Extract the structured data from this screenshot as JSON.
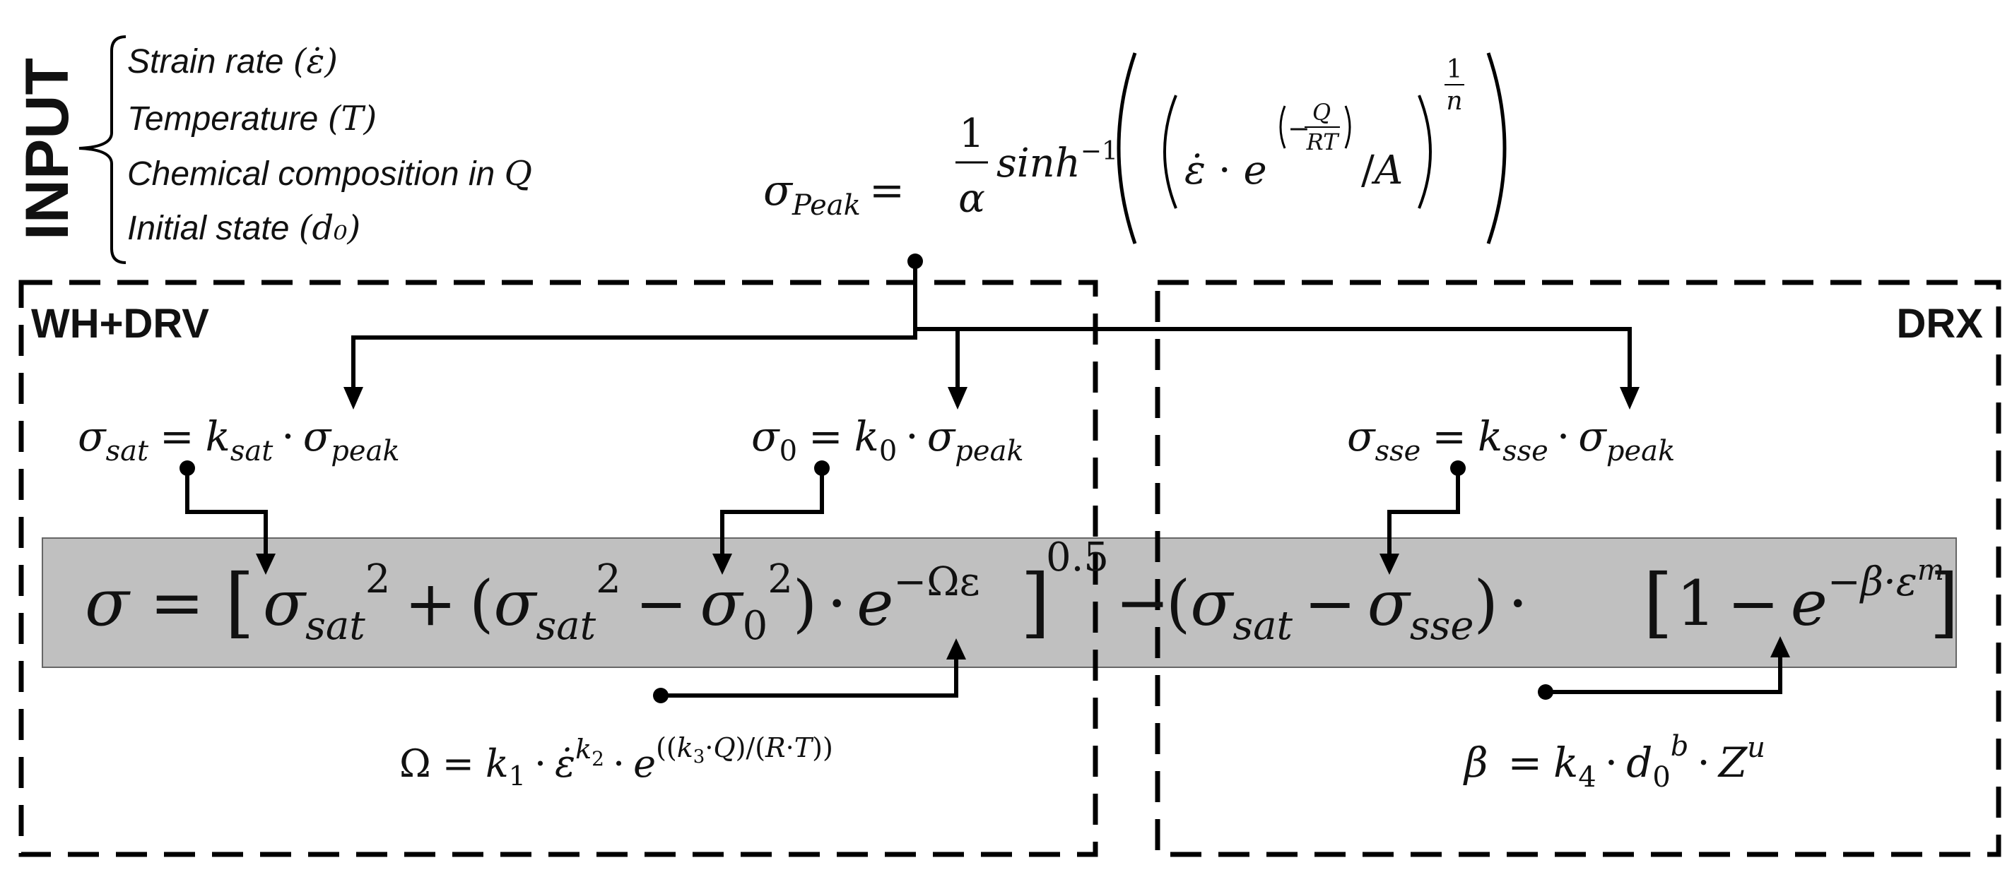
{
  "input": {
    "title": "INPUT",
    "items": [
      {
        "text": "Strain rate ",
        "symbol": "(ε̇)"
      },
      {
        "text": "Temperature ",
        "symbol": "(T)"
      },
      {
        "text": "Chemical composition in ",
        "symbol": "Q"
      },
      {
        "text": "Initial state ",
        "symbol": "(d₀)"
      }
    ]
  },
  "boxes": {
    "left_label": "WH+DRV",
    "right_label": "DRX"
  },
  "equations": {
    "peak": "σPeak = (1/α) sinh⁻¹( ( ε̇ · e^(−Q/RT) / A )^(1/n) )",
    "sat": "σsat = ksat · σpeak",
    "zero": "σ0 = k0 · σpeak",
    "sse": "σsse = ksse · σpeak",
    "main": "σ = [σsat² + (σsat² − σ0²) · e^(−Ωε)]^0.5 − (σsat − σsse) · [1 − e^(−β·ε^m)]",
    "omega": "Ω = k1 · ε̇^k2 · e^((k3·Q)/(R·T))",
    "beta": "β = k4 · d0^b · Z^u"
  },
  "colors": {
    "band_fill": "#c0c0c0",
    "line": "#000000"
  }
}
